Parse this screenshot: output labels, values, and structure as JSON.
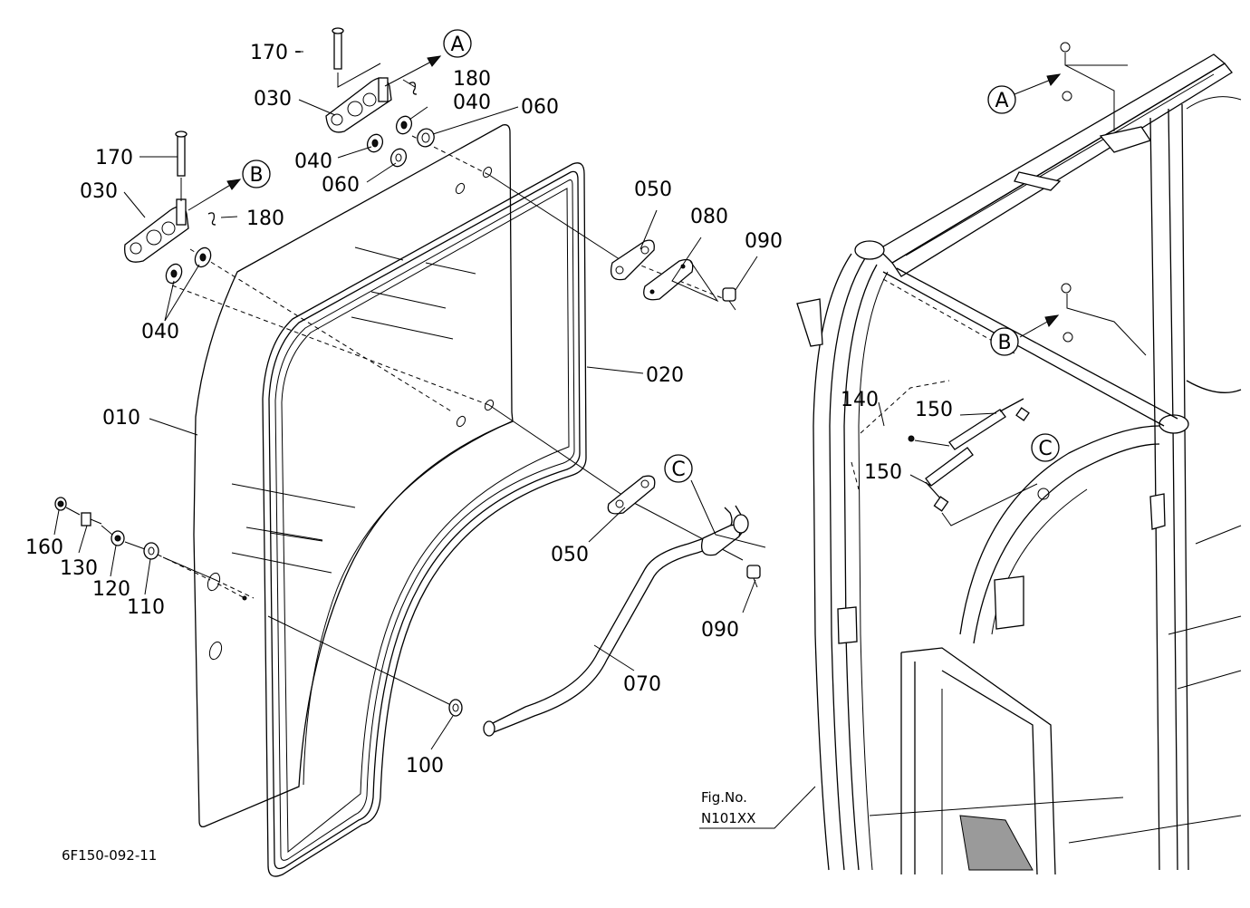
{
  "callouts": {
    "p010": "010",
    "p020": "020",
    "p030a": "030",
    "p030b": "030",
    "p040a": "040",
    "p040b": "040",
    "p040c": "040",
    "p050a": "050",
    "p050b": "050",
    "p060a": "060",
    "p060b": "060",
    "p070": "070",
    "p080": "080",
    "p090a": "090",
    "p090b": "090",
    "p100": "100",
    "p110": "110",
    "p120": "120",
    "p130": "130",
    "p140": "140",
    "p150a": "150",
    "p150b": "150",
    "p160": "160",
    "p170a": "170",
    "p170b": "170",
    "p180a": "180",
    "p180b": "180"
  },
  "refs": {
    "A": "A",
    "B": "B",
    "C": "C"
  },
  "fig": {
    "line1": "Fig.No.",
    "line2": "N101XX"
  },
  "drawing_code": "6F150-092-11"
}
